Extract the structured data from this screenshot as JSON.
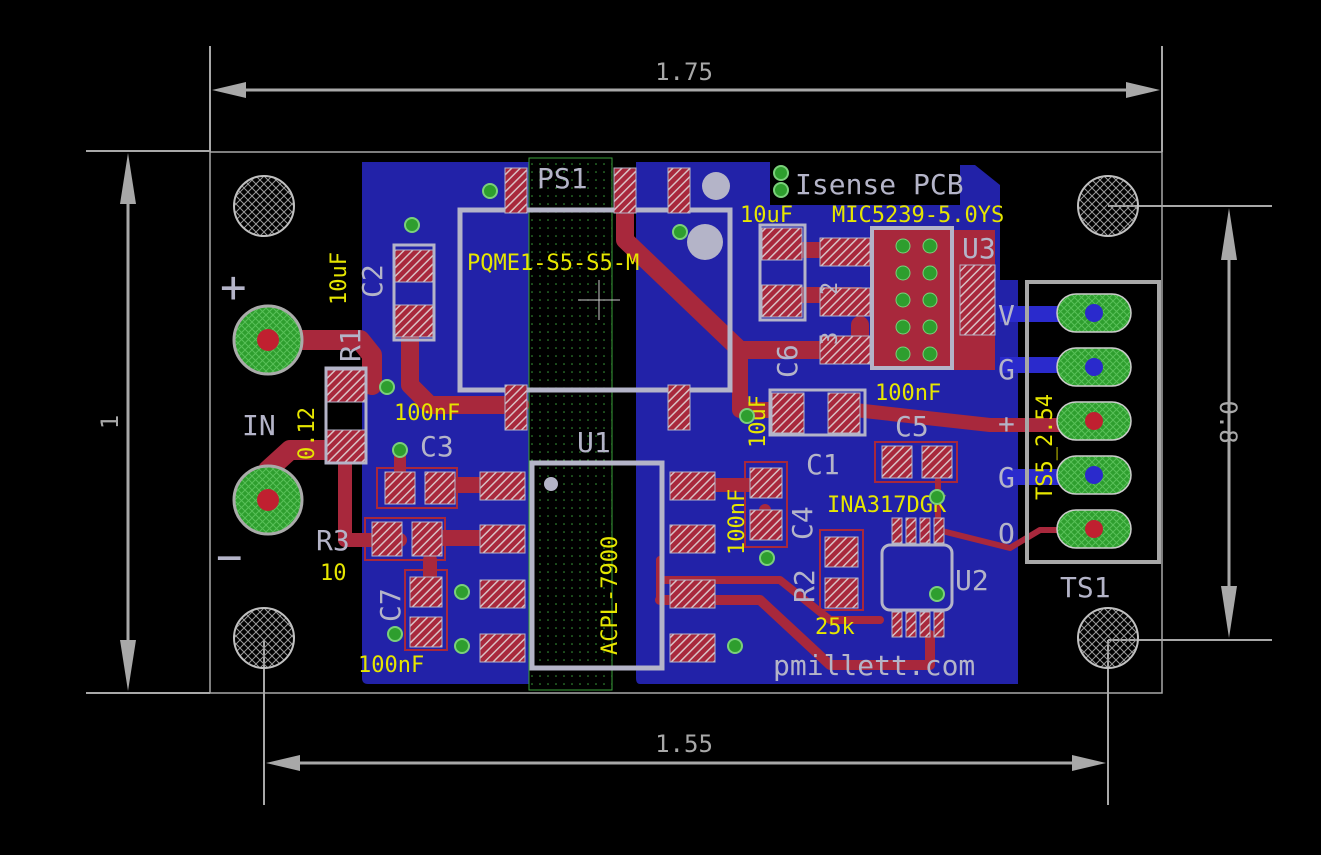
{
  "board": {
    "title": "Isense PCB",
    "website": "pmillett.com",
    "colors": {
      "background": "#000000",
      "bottom_copper": "#2222a8",
      "top_copper": "#a8283c",
      "silkscreen": "#b4b4c8",
      "values": "#e6e600",
      "pads_green": "#30a030",
      "dimension": "#a8a8a8"
    }
  },
  "dimensions": {
    "width_outer": "1.75",
    "width_mount": "1.55",
    "height_outer": "1",
    "height_mount": "0.8"
  },
  "input": {
    "label": "IN",
    "plus": "+",
    "minus": "−"
  },
  "components": {
    "ps1": {
      "name": "PS1",
      "value": "PQME1-S5-S5-M"
    },
    "u1": {
      "name": "U1",
      "value": "ACPL-7900"
    },
    "u2": {
      "name": "U2",
      "value": "INA317DGK"
    },
    "u3": {
      "name": "U3",
      "value": "MIC5239-5.0YS"
    },
    "c1": {
      "name": "C1",
      "value": "10uF"
    },
    "c2": {
      "name": "C2",
      "value": "10uF"
    },
    "c3": {
      "name": "C3",
      "value": "100nF"
    },
    "c4": {
      "name": "C4",
      "value": "100nF"
    },
    "c5": {
      "name": "C5",
      "value": "100nF"
    },
    "c6": {
      "name": "C6",
      "value": "10uF"
    },
    "c7": {
      "name": "C7",
      "value": "100nF"
    },
    "r1": {
      "name": "R1",
      "value": "0.12"
    },
    "r2": {
      "name": "R2",
      "value": "25k"
    },
    "r3": {
      "name": "R3",
      "value": "10"
    },
    "u3_pin2": "2",
    "u3_pin3": "3"
  },
  "connector": {
    "name": "TS1",
    "value": "TS5_2.54",
    "pins": [
      "V",
      "G",
      "+",
      "G",
      "O"
    ]
  }
}
